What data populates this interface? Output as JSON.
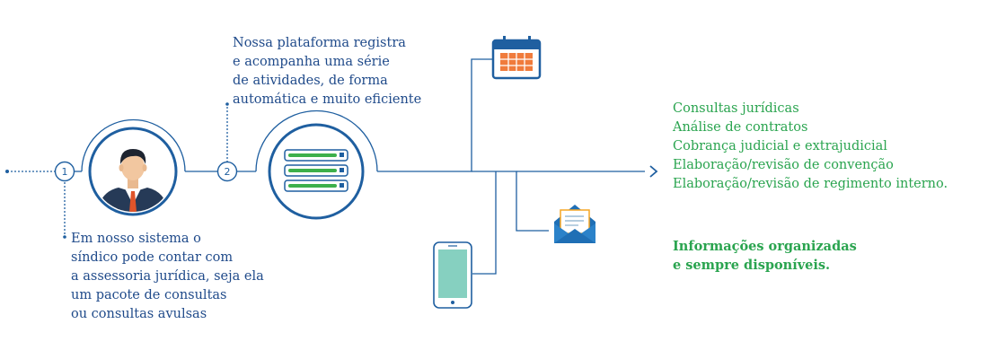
{
  "steps": [
    {
      "number": "1"
    },
    {
      "number": "2"
    }
  ],
  "step1_text": [
    "Em nosso sistema o",
    "síndico pode contar com",
    "a assessoria jurídica, seja ela",
    "um pacote de consultas",
    "ou consultas avulsas"
  ],
  "step2_text": [
    "Nossa plataforma registra",
    "e acompanha uma série",
    "de atividades, de forma",
    "automática e muito eficiente"
  ],
  "services": [
    "Consultas jurídicas",
    "Análise de contratos",
    "Cobrança judicial e extrajudicial",
    "Elaboração/revisão de convenção",
    "Elaboração/revisão de regimento interno."
  ],
  "highlight": [
    "Informações organizadas",
    "e sempre disponíveis."
  ],
  "colors": {
    "line": "#1f5fa0",
    "green": "#2aa44f",
    "bar_green": "#3db04b",
    "calendar_orange": "#f07b3c",
    "phone_screen": "#86d0c0",
    "envelope_blue": "#1f6fb5",
    "envelope_orange": "#f5a623"
  },
  "icons": [
    "person-icon",
    "server-icon",
    "calendar-icon",
    "phone-icon",
    "envelope-icon",
    "chevron-right-icon"
  ]
}
